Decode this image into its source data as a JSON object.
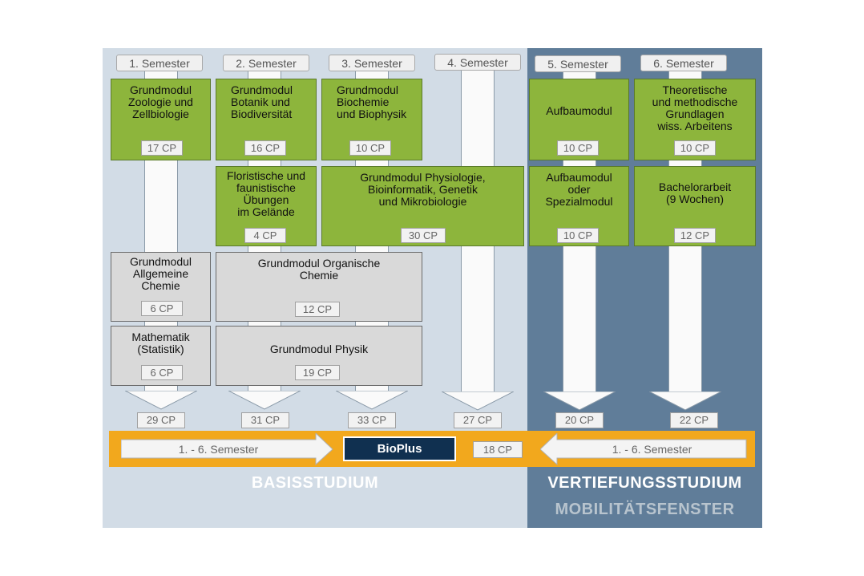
{
  "semesters": [
    "1. Semester",
    "2. Semester",
    "3. Semester",
    "4. Semester",
    "5. Semester",
    "6. Semester"
  ],
  "modules": {
    "zoologie": {
      "title": "Grundmodul\nZoologie und\nZellbiologie",
      "cp": "17 CP"
    },
    "botanik": {
      "title": "Grundmodul\nBotanik und\nBiodiversität",
      "cp": "16 CP"
    },
    "biochemie": {
      "title": "Grundmodul\nBiochemie\nund Biophysik",
      "cp": "10 CP"
    },
    "aufbau": {
      "title": "Aufbaumodul",
      "cp": "10 CP"
    },
    "theoretische": {
      "title": "Theoretische\nund methodische\nGrundlagen\nwiss. Arbeitens",
      "cp": "10 CP"
    },
    "floristische": {
      "title": "Floristische und\nfaunistische\nÜbungen\nim Gelände",
      "cp": "4 CP"
    },
    "physiologie": {
      "title": "Grundmodul Physiologie,\nBioinformatik, Genetik\nund Mikrobiologie",
      "cp": "30 CP"
    },
    "aufbau_spezial": {
      "title": "Aufbaumodul\noder\nSpezialmodul",
      "cp": "10 CP"
    },
    "bachelor": {
      "title": "Bachelorarbeit\n(9 Wochen)",
      "cp": "12 CP"
    },
    "allg_chemie": {
      "title": "Grundmodul\nAllgemeine\nChemie",
      "cp": "6 CP"
    },
    "org_chemie": {
      "title": "Grundmodul Organische\nChemie",
      "cp": "12 CP"
    },
    "mathematik": {
      "title": "Mathematik\n(Statistik)",
      "cp": "6 CP"
    },
    "physik": {
      "title": "Grundmodul Physik",
      "cp": "19 CP"
    }
  },
  "totals": [
    "29 CP",
    "31 CP",
    "33 CP",
    "27 CP",
    "20 CP",
    "22 CP"
  ],
  "band": {
    "left_label": "1. - 6. Semester",
    "center_label": "BioPlus",
    "cp_label": "18 CP",
    "right_label": "1. - 6. Semester"
  },
  "footer": {
    "basis": "BASISSTUDIUM",
    "vertiefung": "VERTIEFUNGSSTUDIUM",
    "mobilitaet": "MOBILITÄTSFENSTER"
  },
  "colors": {
    "basis_bg": "#d2dce6",
    "vertiefung_bg": "#607d99",
    "green_module": "#8db53c",
    "gray_module": "#d9d9d9",
    "band": "#f2a81d",
    "bioplus": "#103050"
  }
}
